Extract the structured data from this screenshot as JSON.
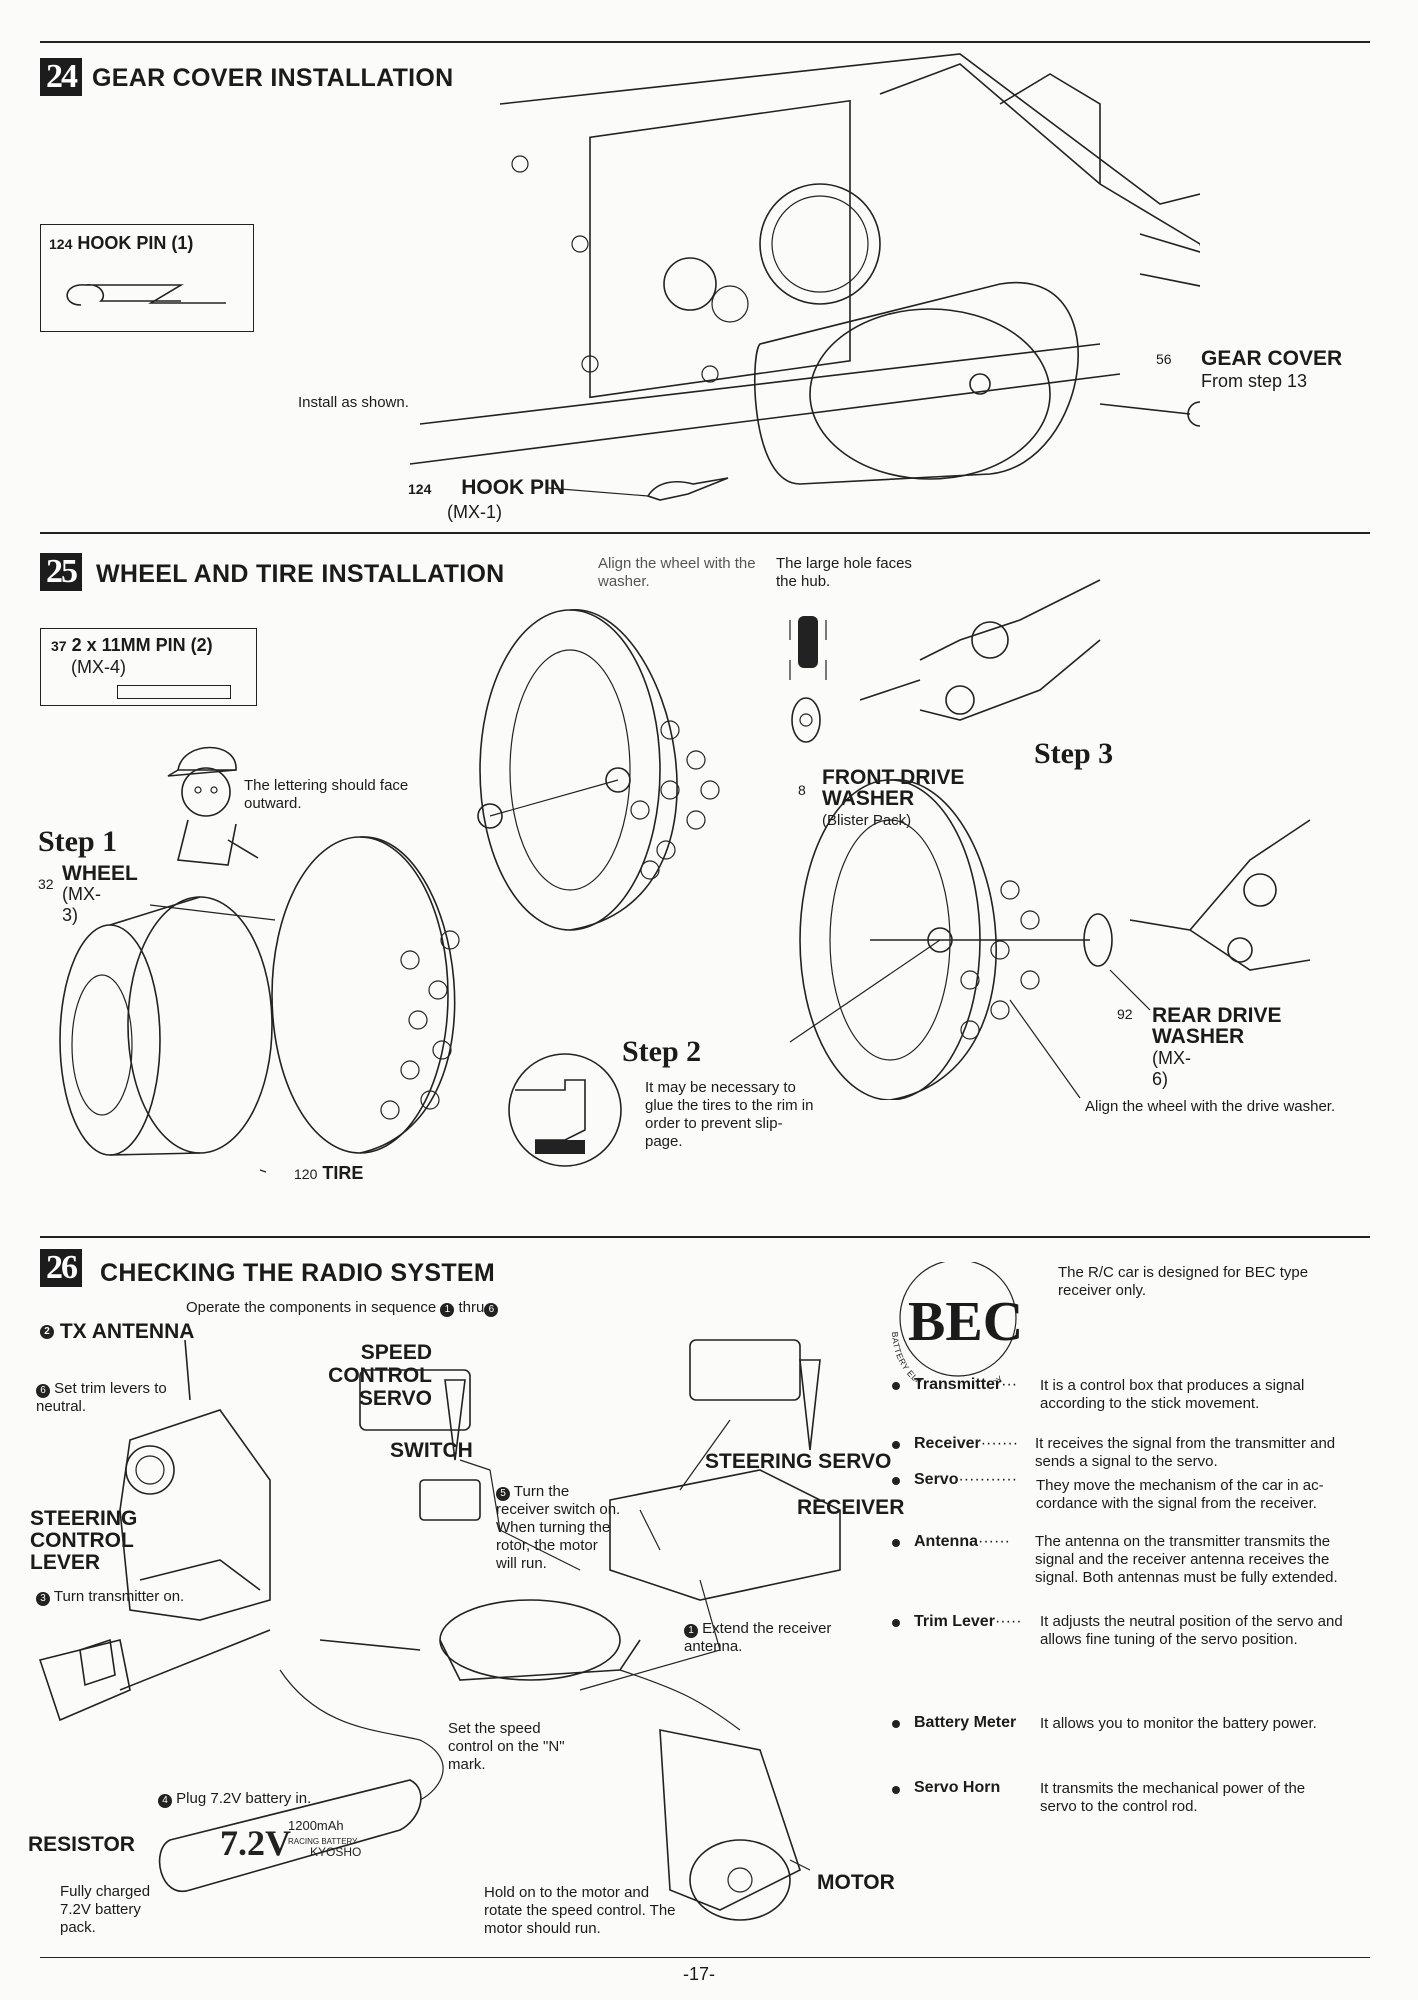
{
  "section24": {
    "number": "24",
    "title": "GEAR COVER INSTALLATION",
    "hookpin_box": {
      "num": "124",
      "label": "HOOK PIN (1)"
    },
    "install_note": "Install as shown.",
    "hookpin_callout": {
      "num": "124",
      "label": "HOOK PIN",
      "code": "(MX-1)"
    },
    "gearcover_callout": {
      "num": "56",
      "label": "GEAR COVER",
      "sub": "From step 13"
    }
  },
  "section25": {
    "number": "25",
    "title": "WHEEL AND TIRE INSTALLATION",
    "pin_box": {
      "num": "37",
      "label": "2 x 11MM PIN (2)",
      "code": "(MX-4)"
    },
    "lettering_note": "The lettering should face outward.",
    "step1": "Step 1",
    "wheel": {
      "num": "32",
      "label": "WHEEL",
      "code": "(MX-3)"
    },
    "tire": {
      "num": "120",
      "label": "TIRE"
    },
    "step2": "Step 2",
    "step2_note": "It may be necessary to glue the tires to the rim in order to prevent slip-page.",
    "align_washer": "Align the wheel with the washer.",
    "large_hole": "The large hole faces the hub.",
    "front_washer": {
      "num": "8",
      "label1": "FRONT DRIVE",
      "label2": "WASHER",
      "code": "(Blister Pack)"
    },
    "step3": "Step 3",
    "rear_washer": {
      "num": "92",
      "label1": "REAR DRIVE",
      "label2": "WASHER",
      "code": "(MX-6)"
    },
    "align_drive": "Align the wheel with the drive washer."
  },
  "section26": {
    "number": "26",
    "title": "CHECKING THE RADIO SYSTEM",
    "sequence_note": "Operate the components in sequence",
    "seq_from": "1",
    "seq_thru": "thru",
    "seq_to": "6",
    "tx_antenna": {
      "num": "2",
      "label": "TX ANTENNA"
    },
    "trim": {
      "num": "6",
      "label": "Set trim levers to neutral."
    },
    "speed_servo": "SPEED CONTROL SERVO",
    "switch_label": "SWITCH",
    "steering_servo": "STEERING SERVO",
    "receiver_label": "RECEIVER",
    "steering_lever": "STEERING CONTROL LEVER",
    "turn_tx": {
      "num": "3",
      "label": "Turn transmitter on."
    },
    "turn_rx": {
      "num": "5",
      "label": "Turn the receiver switch on. When turning the rotor, the motor will run."
    },
    "extend_antenna": {
      "num": "1",
      "label": "Extend the receiver antenna."
    },
    "speed_n": "Set the speed control on the \"N\" mark.",
    "plug_battery": {
      "num": "4",
      "label": "Plug 7.2V battery in."
    },
    "resistor": "RESISTOR",
    "battery_pack": "Fully charged 7.2V battery pack.",
    "battery_label": {
      "volt": "7.2V",
      "cap": "1200mAh",
      "type": "RACING BATTERY",
      "brand": "KYOSHO"
    },
    "hold_motor": "Hold on to the motor and rotate the speed control. The motor should run.",
    "motor": "MOTOR",
    "bec": {
      "logo": "BEC",
      "arc": "BATTERY ELIMINATOR CIRCUITRY",
      "note": "The R/C car is designed for BEC type receiver only."
    },
    "glossary": [
      {
        "term": "Transmitter",
        "leader": "···",
        "desc": "It is a control box that produces a signal according to the stick movement."
      },
      {
        "term": "Receiver",
        "leader": "·······",
        "desc": "It receives the signal from the transmitter and sends a signal to the servo."
      },
      {
        "term": "Servo",
        "leader": "···········",
        "desc": "They move the mechanism of the car in ac-cordance with the signal from the receiver."
      },
      {
        "term": "Antenna",
        "leader": "······",
        "desc": "The antenna on the transmitter transmits the signal and the receiver antenna receives the signal. Both antennas must be fully extended."
      },
      {
        "term": "Trim Lever",
        "leader": "·····",
        "desc": "It adjusts the neutral position of the servo and allows fine tuning of the servo position."
      },
      {
        "term": "Battery Meter",
        "leader": "",
        "desc": "It allows you to monitor the battery power."
      },
      {
        "term": "Servo Horn",
        "leader": "",
        "desc": "It transmits the mechanical power of the servo to the control rod."
      }
    ]
  },
  "page_number": "-17-"
}
